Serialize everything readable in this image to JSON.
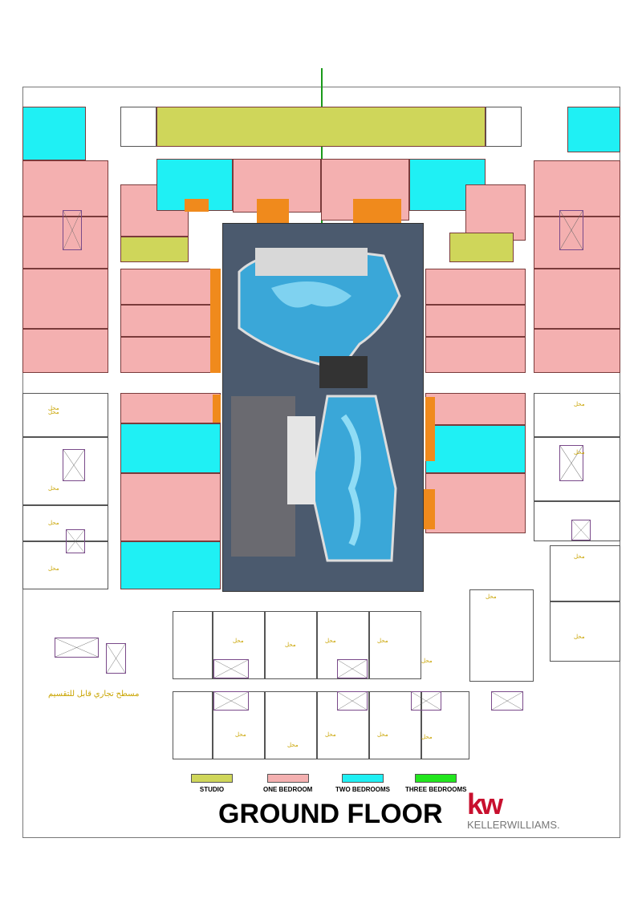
{
  "title": "GROUND FLOOR",
  "brand": {
    "mark": "kw",
    "name_bold": "KELLER",
    "name_light": "WILLIAMS."
  },
  "legend": [
    {
      "label": "STUDIO",
      "color": "#cfd65a"
    },
    {
      "label": "ONE BEDROOM",
      "color": "#f4b0b0"
    },
    {
      "label": "TWO BEDROOMS",
      "color": "#1ff0f4"
    },
    {
      "label": "THREE BEDROOMS",
      "color": "#22e61e"
    }
  ],
  "plan_labels": {
    "commercial_area": "مسطح تجاري قابل للتقسيم",
    "shop": "محل"
  }
}
